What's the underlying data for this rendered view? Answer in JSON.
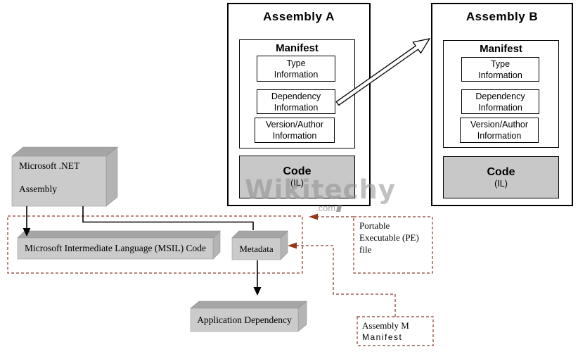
{
  "assembly_a": {
    "title": "Assembly A",
    "manifest_title": "Manifest",
    "rows": [
      {
        "line1": "Type",
        "line2": "Information"
      },
      {
        "line1": "Dependency",
        "line2": "Information"
      },
      {
        "line1": "Version/Author",
        "line2": "Information"
      }
    ],
    "code_line1": "Code",
    "code_line2": "(IL)"
  },
  "assembly_b": {
    "title": "Assembly B",
    "manifest_title": "Manifest",
    "rows": [
      {
        "line1": "Type",
        "line2": "Information"
      },
      {
        "line1": "Dependency",
        "line2": "Information"
      },
      {
        "line1": "Version/Author",
        "line2": "Information"
      }
    ],
    "code_line1": "Code",
    "code_line2": "(IL)"
  },
  "net_assembly": {
    "line1": "Microsoft .NET",
    "line2": "Assembly"
  },
  "msil_box": {
    "label": "Microsoft Intermediate Language (MSIL) Code"
  },
  "metadata_box": {
    "label": "Metadata"
  },
  "app_dependency_box": {
    "label": "Application Dependency"
  },
  "pe_file_note": {
    "line1": "Portable",
    "line2": "Executable (PE)",
    "line3": "file"
  },
  "assembly_m_note": {
    "line1": "Assembly M",
    "line2": "Manifest"
  },
  "watermark": {
    "brand": "Wikitechy",
    "domain": ".com"
  },
  "colors": {
    "dashed_annotation": "#8a3b2a",
    "arrowhead_red": "#993419",
    "black_line": "#000000",
    "box_face": "#cbcbcb",
    "box_top": "#a5a5a5",
    "box_side": "#b4b4b4",
    "code_fill": "#c8c8c8",
    "watermark_gray": "#8f8f8f"
  }
}
